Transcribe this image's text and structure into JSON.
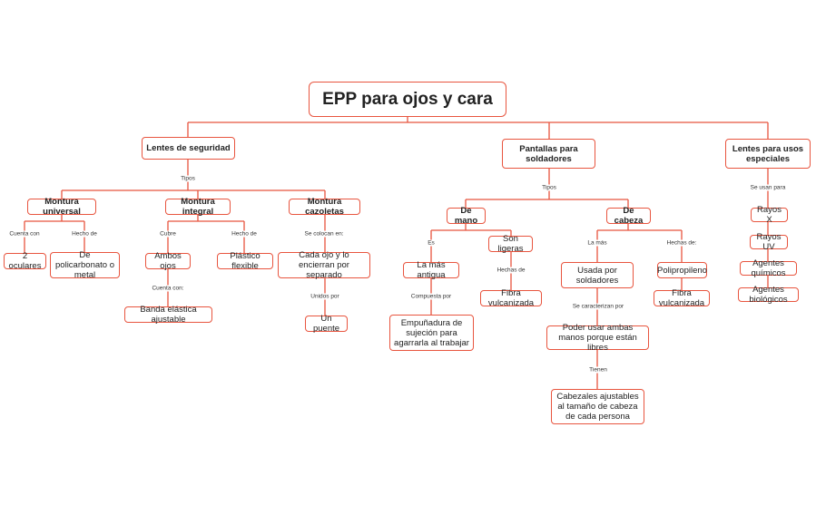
{
  "diagram": {
    "title": "EPP para ojos y cara",
    "nodes": {
      "lentes": "Lentes de seguridad",
      "pantallas": "Pantallas para soldadores",
      "especiales": "Lentes para usos especiales",
      "montura_universal": "Montura universal",
      "montura_integral": "Montura integral",
      "montura_cazoletas": "Montura cazoletas",
      "dos_oculares": "2 oculares",
      "policarbonato": "De policarbonato o metal",
      "ambos_ojos": "Ambos ojos",
      "banda": "Banda elástica ajustable",
      "plastico": "Plástico flexible",
      "cada_ojo": "Cada ojo y lo encierran por separado",
      "puente": "Un puente",
      "de_mano": "De mano",
      "son_ligeras": "Son ligeras",
      "mas_antigua": "La más antigua",
      "fibra_mano": "Fibra vulcanizada",
      "empunadura": "Empuñadura de sujeción para agarrarla al trabajar",
      "de_cabeza": "De cabeza",
      "usada": "Usada por soldadores",
      "polipropileno": "Polipropileno",
      "fibra_cabeza": "Fibra vulcanizada",
      "poder_usar": "Poder usar ambas manos porque están libres",
      "cabezales": "Cabezales ajustables al tamaño de cabeza de cada persona",
      "rayos_x": "Rayos X",
      "rayos_uv": "Rayos UV",
      "quimicos": "Agentes químicos",
      "biologicos": "Agentes biológicos"
    },
    "labels": {
      "tipos_lentes": "Tipos",
      "tipos_pantallas": "Tipos",
      "se_usan_para": "Se usan para",
      "cuenta_con": "Cuenta con",
      "hecho_de_universal": "Hecho de",
      "cubre": "Cubre",
      "hecho_de_integral": "Hecho de",
      "cuenta_con_2": "Cuenta con:",
      "se_colocan_en": "Se colocan en:",
      "unidos_por": "Unidos por",
      "es": "Es",
      "compuesta_por": "Compuesta por",
      "hechas_de_mano": "Hechas de",
      "la_mas": "La más",
      "hechas_de_cabeza": "Hechas de:",
      "se_caracterizan_por": "Se caracterizan por",
      "tienen": "Tienen"
    },
    "colors": {
      "border": "#e8553f",
      "line": "#e8553f"
    }
  }
}
